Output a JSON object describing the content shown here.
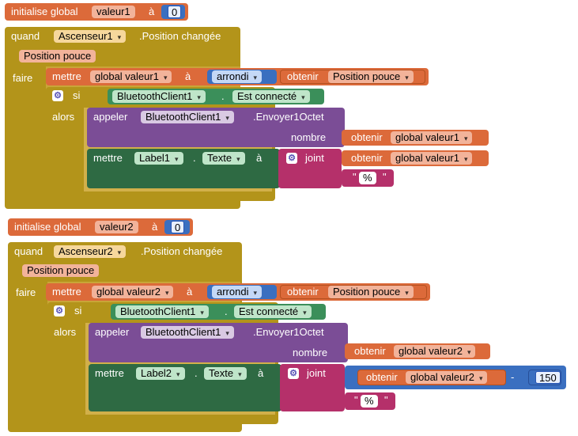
{
  "global1": {
    "initialise": "initialise global",
    "name": "valeur1",
    "to": "à",
    "value": "0"
  },
  "event1": {
    "when": "quand",
    "component": "Ascenseur1",
    "event": ".Position changée",
    "param": "Position pouce",
    "do": "faire",
    "set_label": "mettre",
    "set_var": "global valeur1",
    "to": "à",
    "round": "arrondi",
    "get": "obtenir",
    "get_param": "Position pouce",
    "if": "si",
    "bt": "BluetoothClient1",
    "dot": ".",
    "connected": "Est connecté",
    "then": "alors",
    "call": "appeler",
    "call_comp": "BluetoothClient1",
    "call_method": ".Envoyer1Octet",
    "number": "nombre",
    "get_var": "global valeur1",
    "set2": "mettre",
    "label": "Label1",
    "text": "Texte",
    "to2": "à",
    "join": "joint",
    "get_var2": "global valeur1",
    "quote_open": "\"",
    "percent": "%",
    "quote_close": "\""
  },
  "global2": {
    "initialise": "initialise global",
    "name": "valeur2",
    "to": "à",
    "value": "0"
  },
  "event2": {
    "when": "quand",
    "component": "Ascenseur2",
    "event": ".Position changée",
    "param": "Position pouce",
    "do": "faire",
    "set_label": "mettre",
    "set_var": "global valeur2",
    "to": "à",
    "round": "arrondi",
    "get": "obtenir",
    "get_param": "Position pouce",
    "if": "si",
    "bt": "BluetoothClient1",
    "dot": ".",
    "connected": "Est connecté",
    "then": "alors",
    "call": "appeler",
    "call_comp": "BluetoothClient1",
    "call_method": ".Envoyer1Octet",
    "number": "nombre",
    "get_var": "global valeur2",
    "set2": "mettre",
    "label": "Label2",
    "text": "Texte",
    "to2": "à",
    "join": "joint",
    "get_var2": "global valeur2",
    "minus": "-",
    "sub_value": "150",
    "quote_open": "\"",
    "percent": "%",
    "quote_close": "\""
  },
  "icons": {
    "mutator": "gear-icon",
    "dropdown": "chevron-down-icon"
  }
}
